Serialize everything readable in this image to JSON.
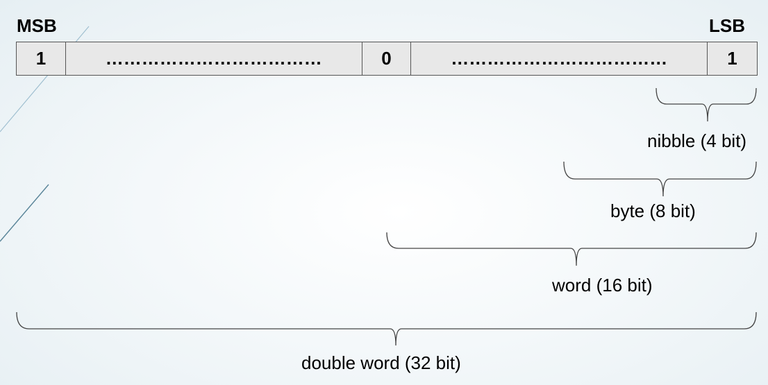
{
  "msb_label": "MSB",
  "lsb_label": "LSB",
  "cells": {
    "first": "1",
    "dots_left": "………………………………",
    "middle": "0",
    "dots_right": "………………………………",
    "last": "1"
  },
  "brackets": {
    "nibble": "nibble (4 bit)",
    "byte": "byte (8 bit)",
    "word": "word (16 bit)",
    "double_word": "double word (32 bit)"
  },
  "colors": {
    "cell_fill": "#e8e8e8",
    "cell_border": "#555555",
    "bracket_stroke": "#444444",
    "decor_line": "#9fbfd0"
  }
}
